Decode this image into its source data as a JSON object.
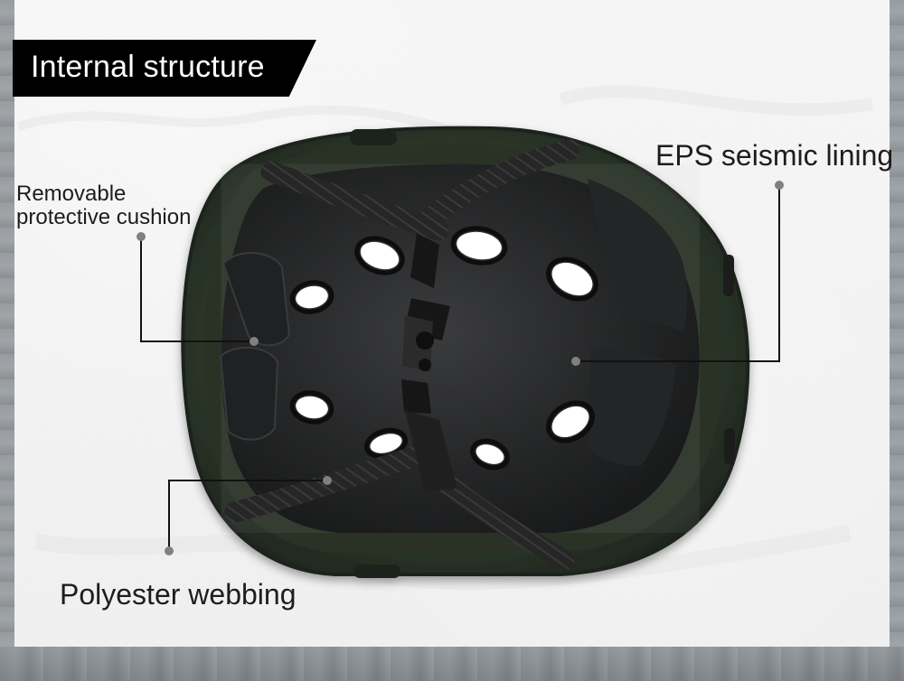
{
  "title": "Internal structure",
  "labels": {
    "removable_line_1": "Removable",
    "removable_line_2": "protective cushion",
    "eps": "EPS seismic lining",
    "polyester": "Polyester webbing"
  },
  "colors": {
    "title_banner": "#000000",
    "title_text": "#ffffff",
    "label_text": "#1d1d1d",
    "pointer": "#111111",
    "helmet_shell": "#2f3a2d",
    "helmet_inner": "#1b1c1d",
    "webbing": "#2a2a2a",
    "cushion": "#202122"
  }
}
